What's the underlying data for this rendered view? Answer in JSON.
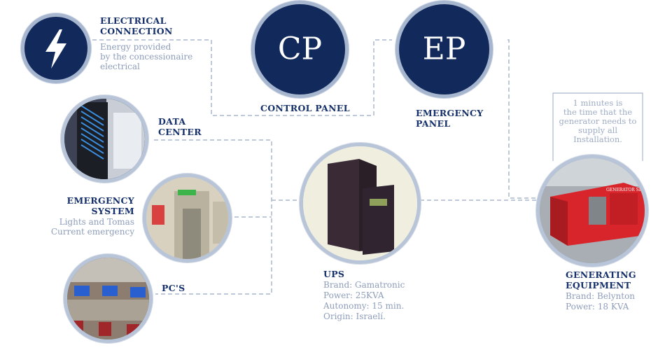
{
  "nodes": {
    "electrical": {
      "title_1": "ELECTRICAL",
      "title_2": "CONNECTION",
      "desc_1": "Energy provided",
      "desc_2": "by the concessionaire",
      "desc_3": "electrical",
      "icon": "lightning-bolt-icon"
    },
    "cp": {
      "abbr": "CP",
      "title": "CONTROL PANEL"
    },
    "ep": {
      "abbr": "EP",
      "title_1": "EMERGENCY",
      "title_2": "PANEL"
    },
    "data_center": {
      "title_1": "DATA",
      "title_2": "CENTER"
    },
    "emergency_system": {
      "title_1": "EMERGENCY",
      "title_2": "SYSTEM",
      "desc_1": "Lights and Tomas",
      "desc_2": "Current emergency"
    },
    "pcs": {
      "title": "PC'S"
    },
    "ups": {
      "title": "UPS",
      "specs": [
        "Brand: Gamatronic",
        "Power: 25KVA",
        "Autonomy: 15 min.",
        "Origin: Israelí."
      ]
    },
    "generator": {
      "title_1": "GENERATING",
      "title_2": "EQUIPMENT",
      "specs": [
        "Brand: Belynton",
        "Power: 18 KVA"
      ],
      "note": [
        "1 minutes is",
        "the time that the",
        "generator needs to",
        "supply all",
        "Installation."
      ],
      "badge": "GENERATOR SET"
    }
  },
  "colors": {
    "navy": "#12295c",
    "title": "#15306a",
    "desc": "#8d9dba",
    "line": "#a9b7cd"
  }
}
